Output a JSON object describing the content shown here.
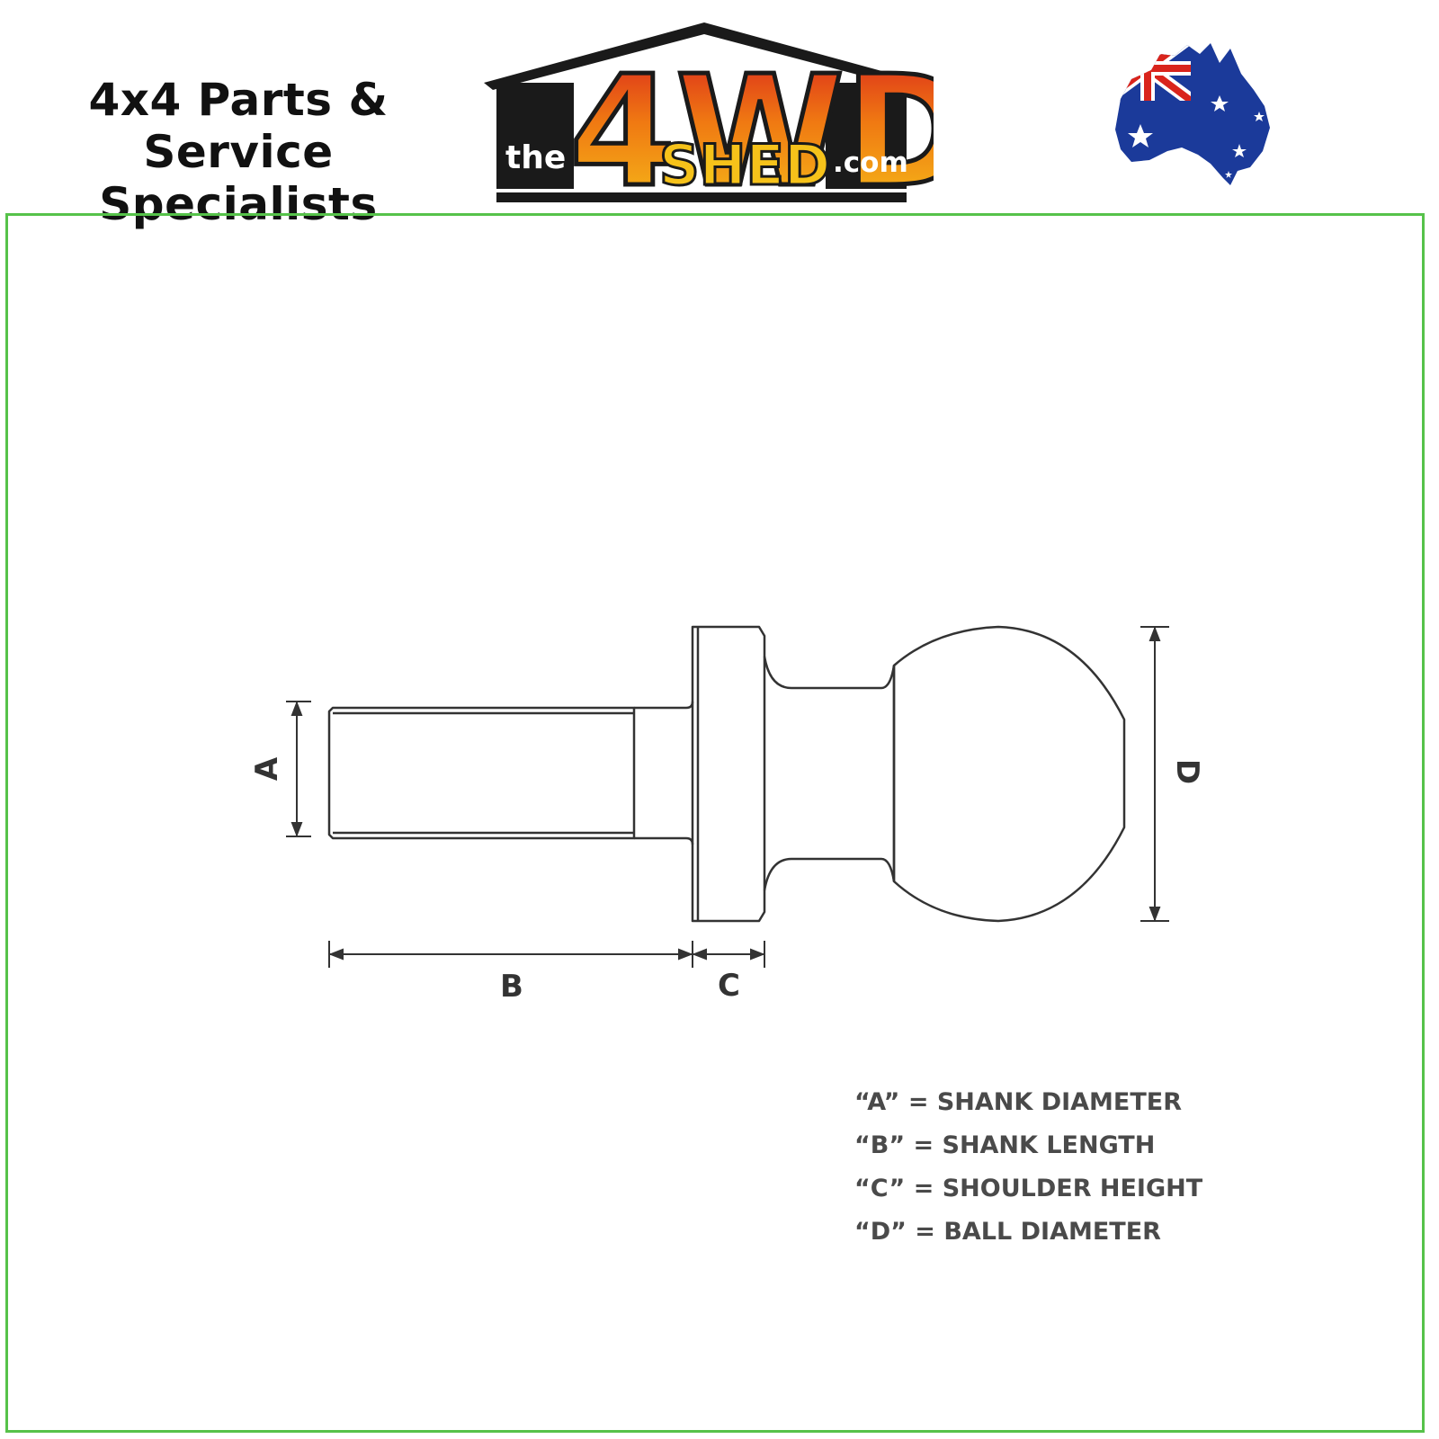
{
  "header": {
    "tagline_line1": "4x4 Parts & Service",
    "tagline_line2": "Specialists",
    "logo": {
      "prefix": "the",
      "main_top": "4WD",
      "main_bottom": "SHED",
      "suffix": ".com"
    },
    "flag_icon": "australia-map-flag-icon"
  },
  "colors": {
    "frame_border": "#56c24a",
    "logo_black": "#1a1a1a",
    "logo_orange": "#f07a12",
    "logo_yellow": "#f6c21a",
    "logo_red": "#d9241c",
    "flag_blue": "#1b3a9a",
    "line": "#333333",
    "legend_text": "#4a4a4a"
  },
  "diagram": {
    "dimension_labels": {
      "a": "A",
      "b": "B",
      "c": "C",
      "d": "D"
    },
    "legend": [
      "“A” = SHANK DIAMETER",
      "“B” = SHANK LENGTH",
      "“C” = SHOULDER HEIGHT",
      "“D” = BALL DIAMETER"
    ]
  }
}
